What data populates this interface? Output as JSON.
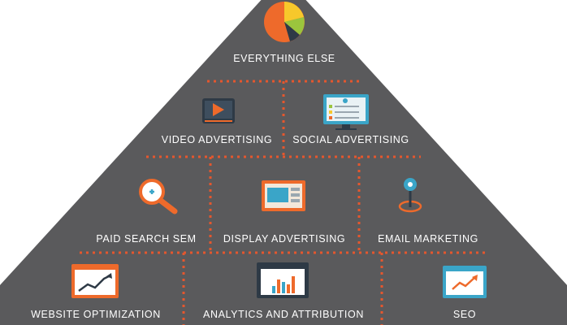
{
  "tiers": [
    {
      "labels": [
        "EVERYTHING ELSE"
      ]
    },
    {
      "labels": [
        "VIDEO ADVERTISING",
        "SOCIAL ADVERTISING"
      ]
    },
    {
      "labels": [
        "PAID SEARCH SEM",
        "DISPLAY ADVERTISING",
        "EMAIL MARKETING"
      ]
    },
    {
      "labels": [
        "WEBSITE OPTIMIZATION",
        "ANALYTICS AND ATTRIBUTION",
        "SEO"
      ]
    }
  ],
  "icons": {
    "tier1": [
      "pie-chart-icon"
    ],
    "tier2": [
      "video-player-icon",
      "social-monitor-icon"
    ],
    "tier3": [
      "magnifier-icon",
      "display-ad-icon",
      "map-pin-icon"
    ],
    "tier4": [
      "line-chart-icon",
      "bar-chart-icon",
      "seo-trend-icon"
    ]
  },
  "colors": {
    "pyramid": "#5a5a5c",
    "divider": "#e4572e",
    "orange": "#ee6a2b",
    "yellow": "#f7c82b",
    "green": "#9bc53d",
    "teal": "#3aa5c8",
    "dark": "#2e3a46",
    "white": "#ffffff"
  }
}
